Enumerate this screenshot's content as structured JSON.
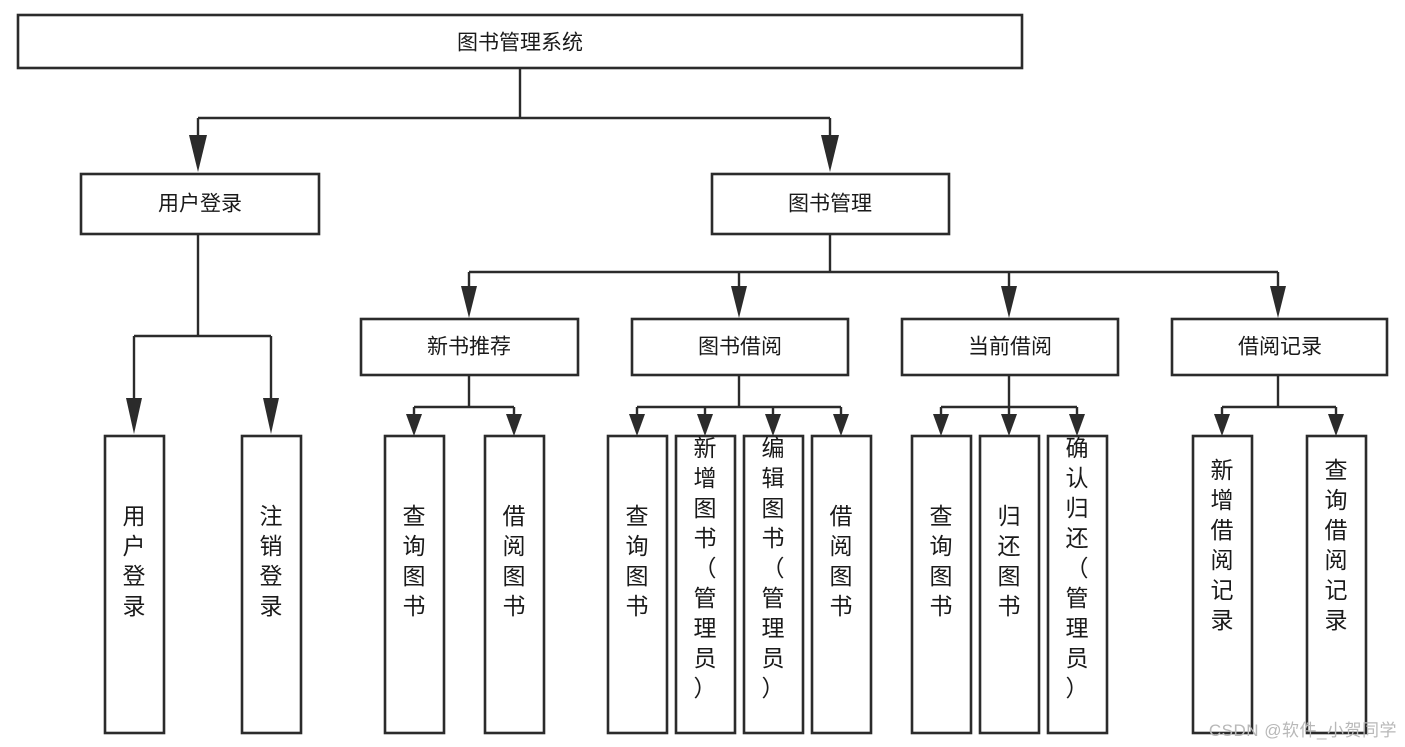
{
  "diagram": {
    "type": "tree-hierarchy",
    "title": "图书管理系统",
    "watermark": "CSDN @软件_小贺同学",
    "colors": {
      "stroke": "#2b2b2b",
      "fill": "#ffffff",
      "text": "#1a1a1a",
      "watermark": "#b8b8b8"
    },
    "levels": {
      "root": {
        "label": "图书管理系统"
      },
      "level2": [
        {
          "id": "user-login",
          "label": "用户登录"
        },
        {
          "id": "book-management",
          "label": "图书管理"
        }
      ],
      "level3": [
        {
          "id": "new-book-recommend",
          "label": "新书推荐",
          "parent": "book-management"
        },
        {
          "id": "book-borrow",
          "label": "图书借阅",
          "parent": "book-management"
        },
        {
          "id": "current-borrow",
          "label": "当前借阅",
          "parent": "book-management"
        },
        {
          "id": "borrow-record",
          "label": "借阅记录",
          "parent": "book-management"
        }
      ],
      "leaves": [
        {
          "id": "leaf-user-login",
          "label": "用户登录",
          "parent": "user-login"
        },
        {
          "id": "leaf-logout",
          "label": "注销登录",
          "parent": "user-login"
        },
        {
          "id": "leaf-query-book-1",
          "label": "查询图书",
          "parent": "new-book-recommend"
        },
        {
          "id": "leaf-borrow-book-1",
          "label": "借阅图书",
          "parent": "new-book-recommend"
        },
        {
          "id": "leaf-query-book-2",
          "label": "查询图书",
          "parent": "book-borrow"
        },
        {
          "id": "leaf-add-book",
          "label": "新增图书（管理员）",
          "parent": "book-borrow"
        },
        {
          "id": "leaf-edit-book",
          "label": "编辑图书（管理员）",
          "parent": "book-borrow"
        },
        {
          "id": "leaf-borrow-book-2",
          "label": "借阅图书",
          "parent": "book-borrow"
        },
        {
          "id": "leaf-query-book-3",
          "label": "查询图书",
          "parent": "current-borrow"
        },
        {
          "id": "leaf-return-book",
          "label": "归还图书",
          "parent": "current-borrow"
        },
        {
          "id": "leaf-confirm-return",
          "label": "确认归还（管理员）",
          "parent": "current-borrow"
        },
        {
          "id": "leaf-add-record",
          "label": "新增借阅记录",
          "parent": "borrow-record"
        },
        {
          "id": "leaf-query-record",
          "label": "查询借阅记录",
          "parent": "borrow-record"
        }
      ]
    }
  }
}
